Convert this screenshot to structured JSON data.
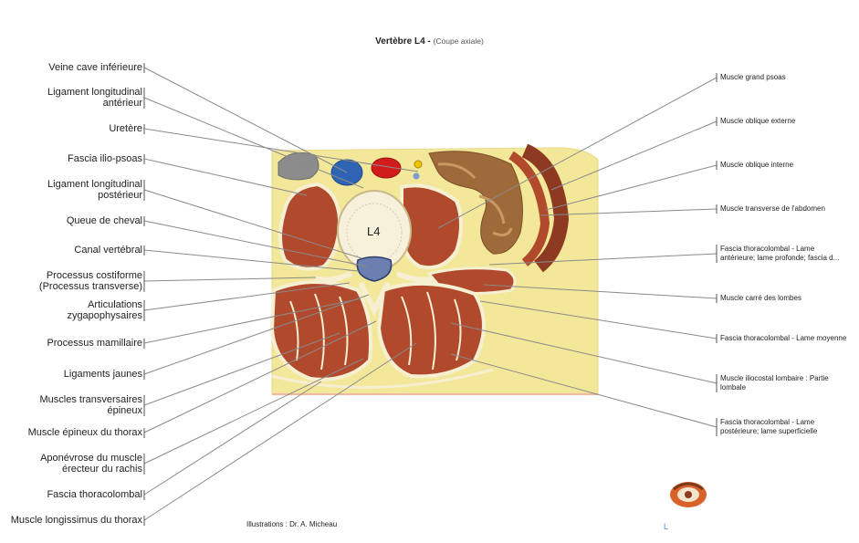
{
  "title": {
    "main": "Vertèbre L4 -",
    "sub": "(Coupe axiale)"
  },
  "vertebra_label": "L4",
  "left_labels": [
    [
      "Veine cave inférieure"
    ],
    [
      "Ligament longitudinal",
      "antérieur"
    ],
    [
      "Uretère"
    ],
    [
      "Fascia ilio-psoas"
    ],
    [
      "Ligament longitudinal",
      "postérieur"
    ],
    [
      "Queue de cheval"
    ],
    [
      "Canal vertébral"
    ],
    [
      "Processus costiforme",
      "(Processus transverse)"
    ],
    [
      "Articulations",
      "zygapophysaires"
    ],
    [
      "Processus mamillaire"
    ],
    [
      "Ligaments jaunes"
    ],
    [
      "Muscles transversaires",
      "épineux"
    ],
    [
      "Muscle épineux du thorax"
    ],
    [
      "Aponévrose du muscle",
      "érecteur du rachis"
    ],
    [
      "Fascia thoracolombal"
    ],
    [
      "Muscle longissimus du thorax"
    ]
  ],
  "right_labels": [
    [
      "Muscle grand psoas"
    ],
    [
      "Muscle oblique externe"
    ],
    [
      "Muscle oblique interne"
    ],
    [
      "Muscle transverse de l'abdomen"
    ],
    [
      "Fascia thoracolombal - Lame",
      "antérieure; lame profonde; fascia d..."
    ],
    [
      "Muscle carré des lombes"
    ],
    [
      "Fascia thoracolombal - Lame moyenne"
    ],
    [
      "Muscle iliocostal lombaire : Partie",
      "lombale"
    ],
    [
      "Fascia thoracolombal - Lame",
      "postérieure; lame superficielle"
    ]
  ],
  "credit": "Illustrations : Dr. A. Micheau",
  "corner_mark": "L",
  "colors": {
    "background": "#ffffff",
    "fat": "#f3e89a",
    "muscle": "#b14a2c",
    "muscle_dark": "#8e3a22",
    "bone": "#f7f1dc",
    "fascia": "#f6efd2",
    "vein": "#2f64b4",
    "artery": "#d21b1b",
    "leader_line": "#8a8a8a",
    "canal": "#6b7fb0"
  },
  "icons": [
    "logo-icon"
  ]
}
